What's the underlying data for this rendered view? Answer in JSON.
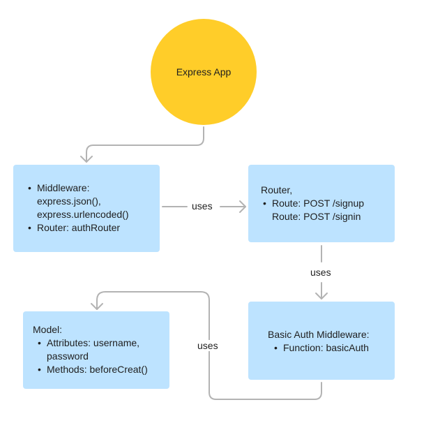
{
  "nodes": {
    "app": {
      "label": "Express App"
    },
    "server": {
      "middleware_label": "Middleware:",
      "middleware_line1": "express.json(),",
      "middleware_line2": "express.urlencoded()",
      "router_label": "Router: authRouter"
    },
    "router": {
      "title": "Router,",
      "route1": "Route: POST /signup",
      "route2": "Route: POST /signin"
    },
    "auth": {
      "title": "Basic Auth Middleware:",
      "function": "Function: basicAuth"
    },
    "model": {
      "title": "Model:",
      "attributes_line1": "Attributes: username,",
      "attributes_line2": "password",
      "methods": "Methods: beforeCreat()"
    }
  },
  "edges": {
    "server_to_router": "uses",
    "router_to_auth": "uses",
    "auth_to_model": "uses"
  },
  "colors": {
    "app_fill": "#ffcd29",
    "box_fill": "#bde3ff",
    "connector": "#b3b3b3"
  }
}
